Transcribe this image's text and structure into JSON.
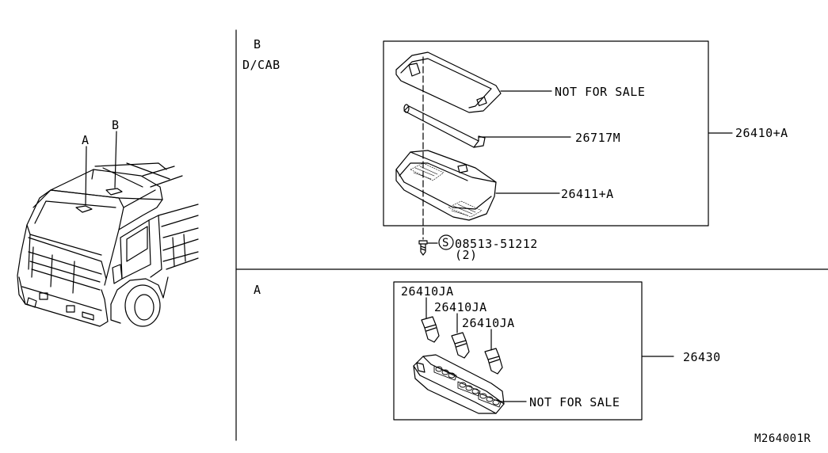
{
  "truck": {
    "callout_a": "A",
    "callout_b": "B"
  },
  "section_b": {
    "title": "B",
    "variant": "D/CAB",
    "labels": {
      "lens": "NOT FOR SALE",
      "bulb": "26717M",
      "housing": "26411+A",
      "assembly": "26410+A",
      "screw_symbol": "S",
      "screw": "08513-51212",
      "screw_qty": "(2)"
    }
  },
  "section_a": {
    "title": "A",
    "labels": {
      "bulb_1": "26410JA",
      "bulb_2": "26410JA",
      "bulb_3": "26410JA",
      "assembly": "26430",
      "lamp": "NOT FOR SALE"
    }
  },
  "diagram_code": "M264001R"
}
